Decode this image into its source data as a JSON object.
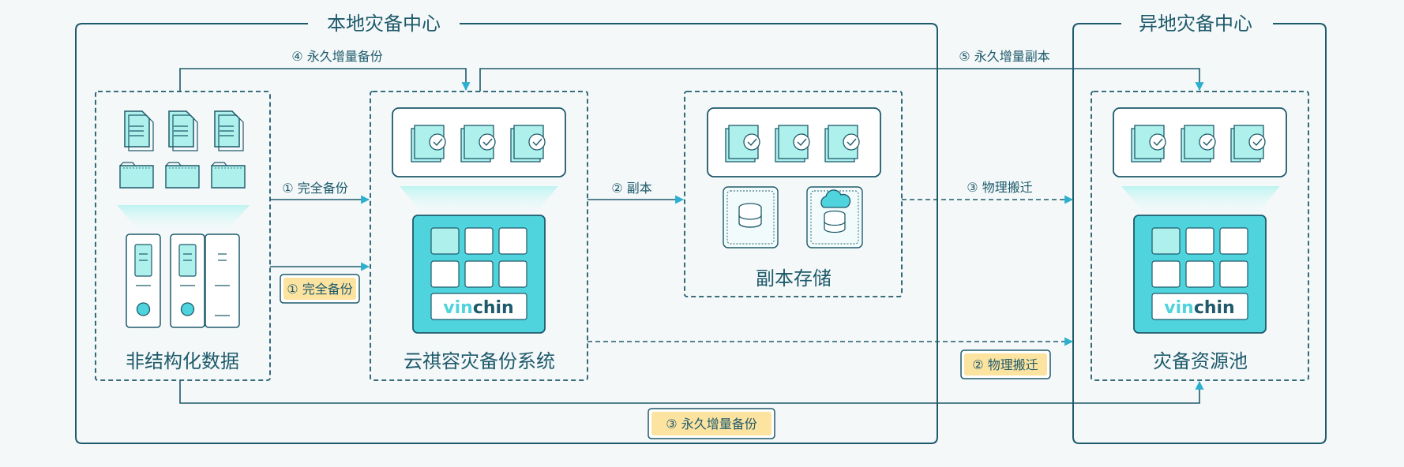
{
  "regions": {
    "local_title": "本地灾备中心",
    "remote_title": "异地灾备中心"
  },
  "nodes": {
    "unstructured": "非结构化数据",
    "backup_system": "云祺容灾备份系统",
    "replica_storage": "副本存储",
    "dr_pool": "灾备资源池"
  },
  "brand": {
    "part1": "vin",
    "part2": "chin"
  },
  "flows": {
    "incr_backup_top": "④  永久增量备份",
    "full_backup": "① 完全备份",
    "replica": "② 副本",
    "incr_replica": "⑤ 永久增量副本",
    "physical_migrate": "③ 物理搬迁"
  },
  "badges": {
    "full_backup": "① 完全备份",
    "physical_migrate": "② 物理搬迁",
    "incr_backup": "③  永久增量备份"
  },
  "colors": {
    "stroke": "#1e5a6b",
    "arrow": "#2bb0cf",
    "accent": "#4fd3dc",
    "light": "#aef0ec",
    "badge": "#fde3a0"
  }
}
